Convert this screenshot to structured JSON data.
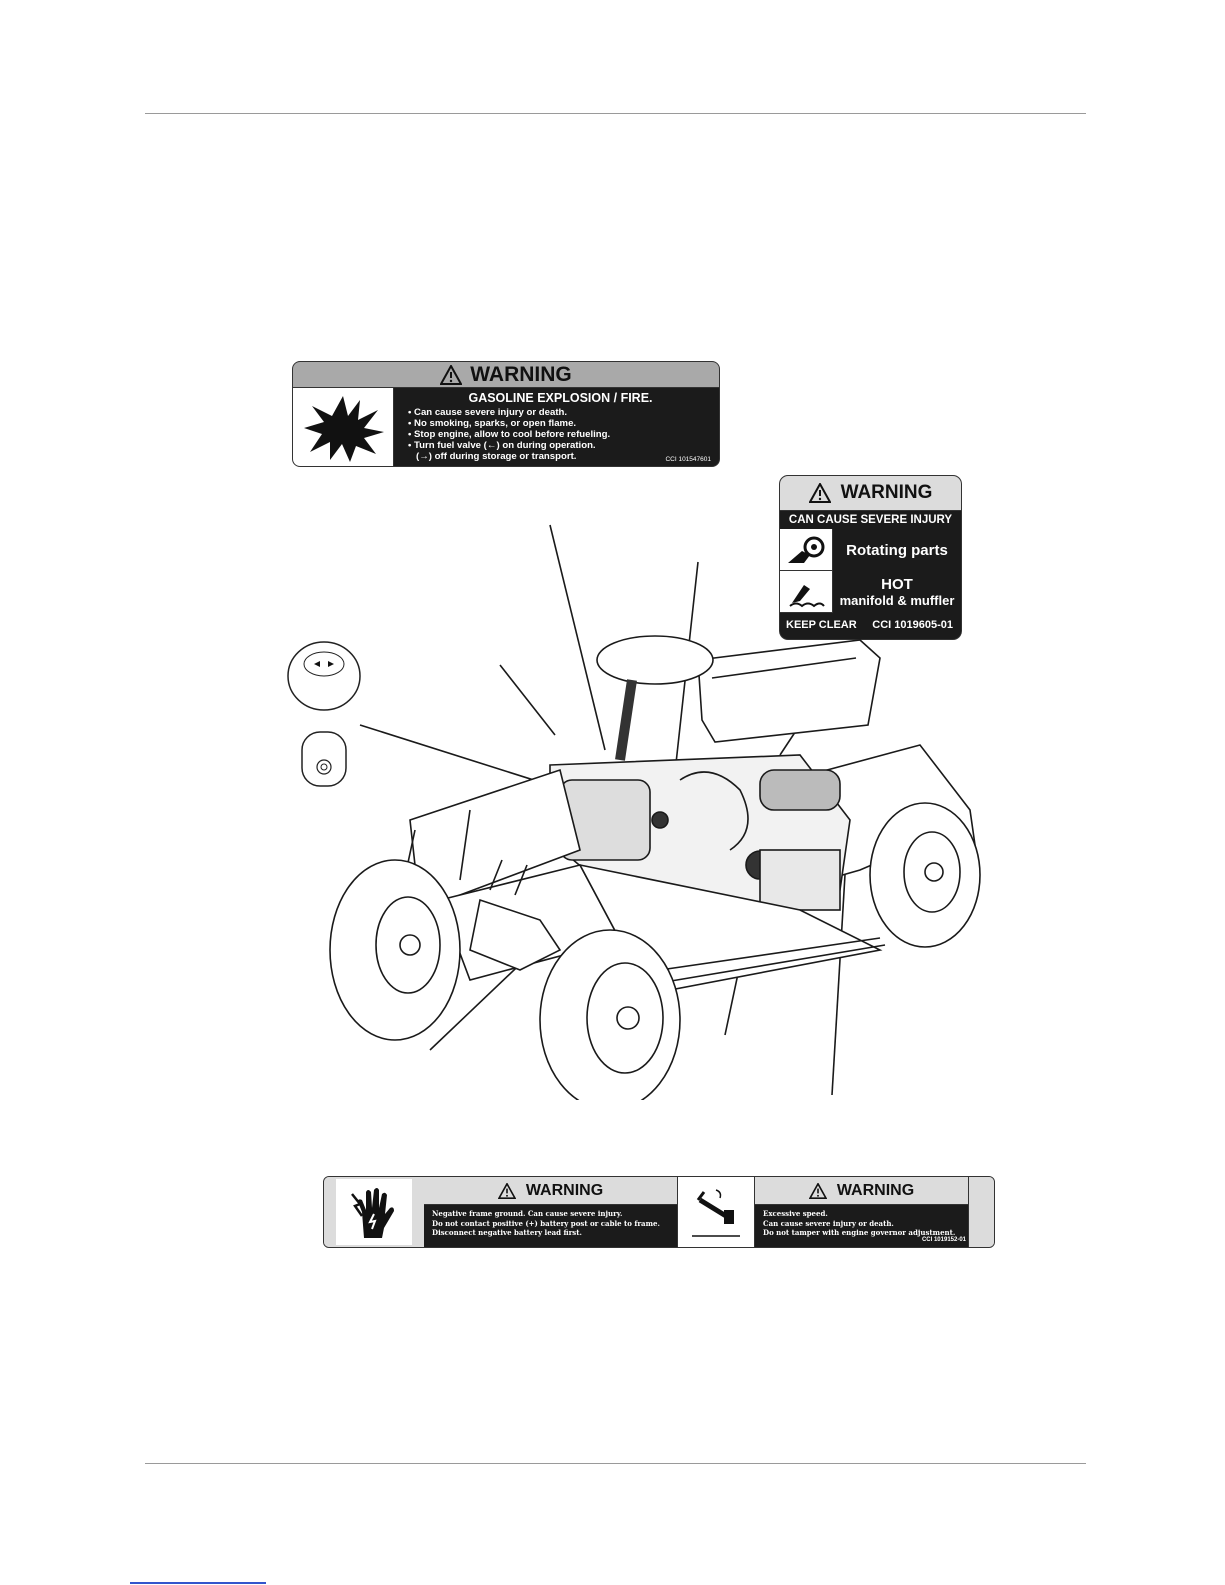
{
  "label_gasoline": {
    "heading": "WARNING",
    "subheading": "GASOLINE EXPLOSION / FIRE.",
    "lines": [
      "• Can cause severe injury or death.",
      "• No smoking, sparks, or open flame.",
      "• Stop engine, allow to cool before refueling.",
      "• Turn fuel valve (←) on during operation.",
      "  (→) off during storage or transport."
    ],
    "code": "CCI 101547601",
    "icon": "explosion-icon"
  },
  "label_rotating": {
    "heading": "WARNING",
    "subheading": "CAN CAUSE SEVERE INJURY",
    "rows": [
      {
        "text": "Rotating parts",
        "text2": "",
        "icon": "rotating-parts-icon"
      },
      {
        "text": "HOT",
        "text2": "manifold & muffler",
        "icon": "hot-surface-icon"
      }
    ],
    "footer_left": "KEEP CLEAR",
    "footer_right": "CCI 1019605-01"
  },
  "label_strip": {
    "left": {
      "heading": "WARNING",
      "lines": [
        "Negative frame ground.  Can cause severe injury.",
        "Do not contact positive (+) battery post or cable to frame.",
        "Disconnect negative battery lead first."
      ],
      "icon": "electric-shock-hand-icon"
    },
    "right": {
      "heading": "WARNING",
      "lines": [
        "Excessive speed.",
        "Can cause severe injury or death.",
        "Do not tamper with engine governor adjustment."
      ],
      "icon": "governor-tamper-icon"
    },
    "code": "CCI 1019152-01"
  },
  "fuel_valve_icon": "fuel-valve-knob-icon",
  "vehicle_icon": "golf-cart-illustration"
}
